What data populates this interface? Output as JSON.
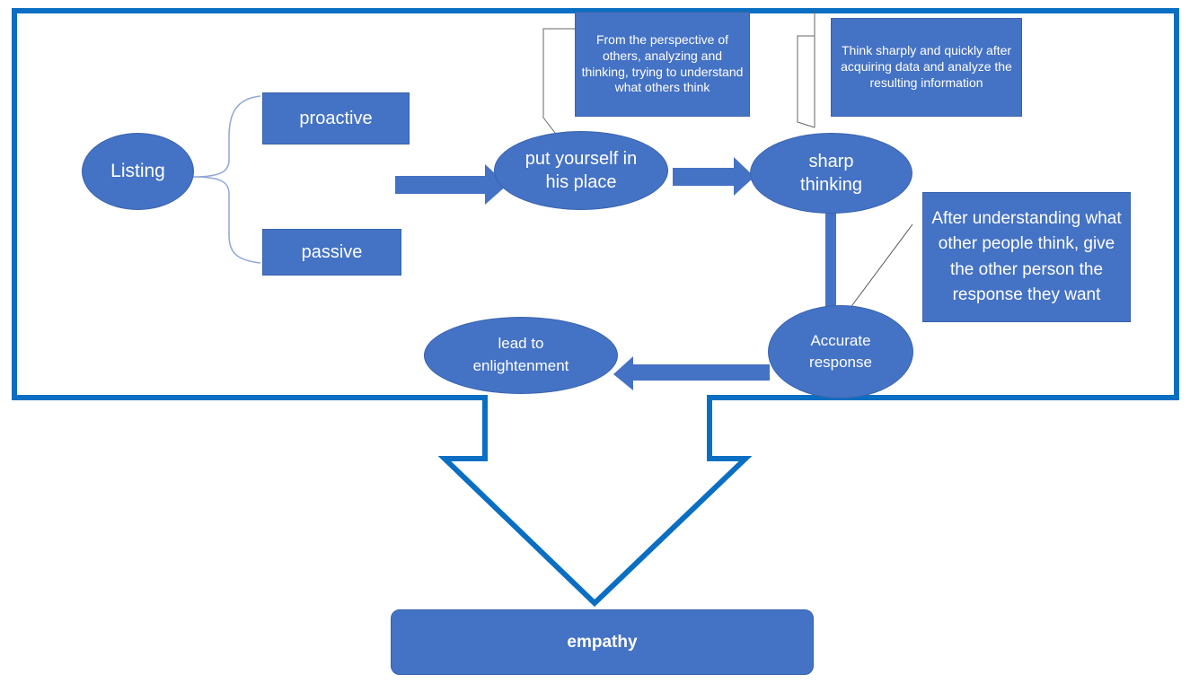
{
  "colors": {
    "frame": "#0a6fc2",
    "node_fill": "#4472c4",
    "node_text": "#ffffff",
    "connector": "#8ea6d4",
    "arrow": "#4472c4"
  },
  "nodes": {
    "listing": "Listing",
    "proactive": "proactive",
    "passive": "passive",
    "put_yourself": "put yourself in his place",
    "sharp_thinking": "sharp thinking",
    "accurate_response": "Accurate response",
    "enlightenment": "lead to enlightenment",
    "empathy": "empathy"
  },
  "notes": {
    "perspective": "From the perspective of others, analyzing and thinking, trying to understand what others think",
    "think_sharply": "Think sharply and quickly after acquiring data and analyze the resulting information",
    "after_understanding": "After understanding what other people think, give the other person the response they want"
  }
}
